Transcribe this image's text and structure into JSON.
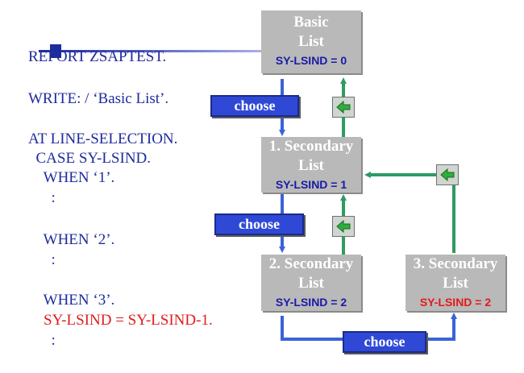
{
  "code": {
    "line1": "REPORT ZSAPTEST.",
    "line2": "WRITE: / ‘Basic List’.",
    "line3": "AT LINE-SELECTION.",
    "line4": "  CASE SY-LSIND.",
    "line5": "    WHEN ‘1’.",
    "line6": "      :",
    "line7": "    WHEN ‘2’.",
    "line8": "      :",
    "line9": "    WHEN ‘3’.",
    "line10": "    SY-LSIND = SY-LSIND-1.",
    "line11": "      :"
  },
  "boxes": {
    "basic": {
      "title1": "Basic",
      "title2": "List",
      "sub": "SY-LSIND = 0"
    },
    "sec1": {
      "title1": "1. Secondary",
      "title2": "List",
      "sub": "SY-LSIND = 1"
    },
    "sec2": {
      "title1": "2. Secondary",
      "title2": "List",
      "sub": "SY-LSIND = 2"
    },
    "sec3": {
      "title1": "3. Secondary",
      "title2": "List",
      "sub": "SY-LSIND = 2"
    }
  },
  "buttons": {
    "choose1": "choose",
    "choose2": "choose",
    "choose3": "choose"
  },
  "colors": {
    "code_text": "#1f2c9c",
    "highlight_text": "#e01b1b",
    "forward_arrow": "#3b63d6",
    "back_arrow": "#2e9b62",
    "box_fill": "#b9b9b9"
  },
  "icons": [
    "back-arrow-icon"
  ]
}
